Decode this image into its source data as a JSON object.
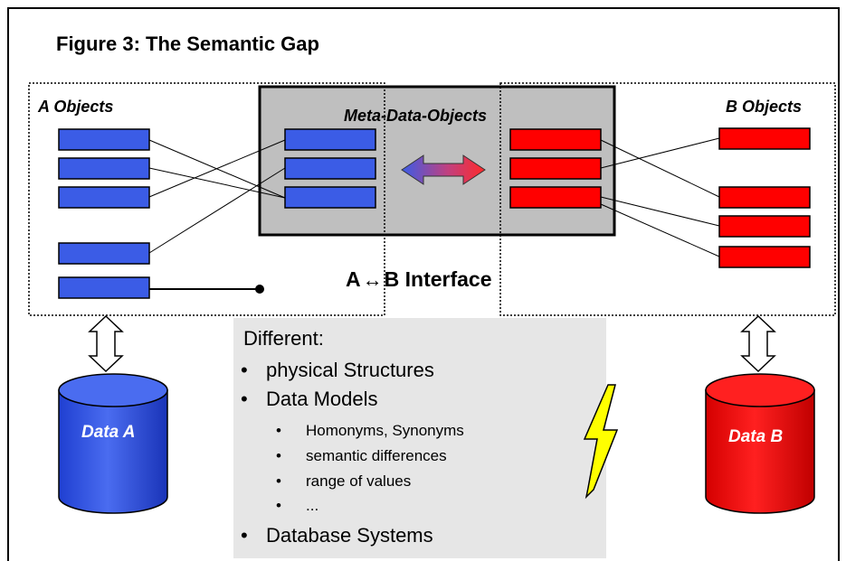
{
  "figure_title": "Figure 3: The Semantic Gap",
  "a_objects_label": "A Objects",
  "meta_objects_label": "Meta-Data-Objects",
  "b_objects_label": "B Objects",
  "interface": {
    "left": "A",
    "right": "B Interface",
    "arrow_icon": "double-arrow-icon"
  },
  "data_a_label": "Data A",
  "data_b_label": "Data B",
  "differences": {
    "heading": "Different:",
    "items": [
      "physical Structures",
      "Data Models",
      "Database Systems"
    ],
    "sub_items": [
      "Homonyms, Synonyms",
      "semantic differences",
      "range of values",
      "..."
    ]
  },
  "colors": {
    "blue_object": "#3b5ce6",
    "red_object": "#ff0000",
    "meta_panel": "#bfbfbf",
    "list_background": "#e6e6e6",
    "lightning": "#ffff00"
  }
}
